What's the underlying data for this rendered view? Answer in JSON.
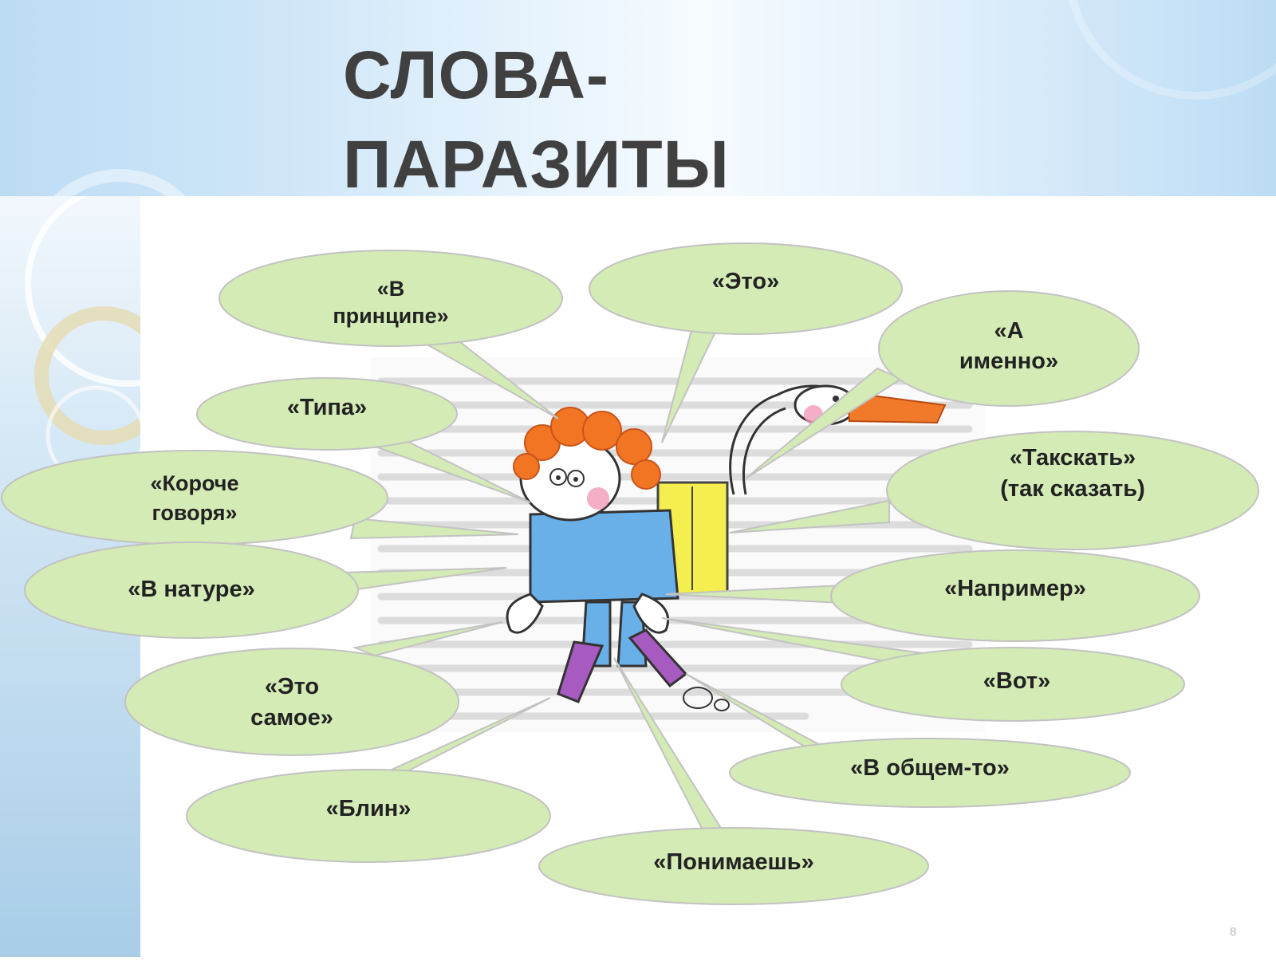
{
  "title": {
    "line1": "СЛОВА-",
    "line2": "ПАРАЗИТЫ"
  },
  "page_number": "8",
  "colors": {
    "bubble_fill": "#d4ebb6",
    "bubble_stroke": "#c2c2c2",
    "title_color": "#404040",
    "header_sky": "#cfe6f8"
  },
  "bubbles": [
    {
      "id": "v-principe",
      "lines": [
        "«В",
        "принципе»"
      ]
    },
    {
      "id": "eto",
      "lines": [
        "«Это»"
      ]
    },
    {
      "id": "a-imenno",
      "lines": [
        "«А",
        "именно»"
      ]
    },
    {
      "id": "tipa",
      "lines": [
        "«Типа»"
      ]
    },
    {
      "id": "takskat",
      "lines": [
        "«Такскать»",
        "(так сказать)"
      ]
    },
    {
      "id": "koroche-govorya",
      "lines": [
        "«Короче",
        "говоря»"
      ]
    },
    {
      "id": "v-nature",
      "lines": [
        "«В натуре»"
      ]
    },
    {
      "id": "naprimer",
      "lines": [
        "«Например»"
      ]
    },
    {
      "id": "eto-samoe",
      "lines": [
        "«Это",
        "самое»"
      ]
    },
    {
      "id": "vot",
      "lines": [
        "«Вот»"
      ]
    },
    {
      "id": "v-obshchem-to",
      "lines": [
        "«В общем-то»"
      ]
    },
    {
      "id": "blin",
      "lines": [
        "«Блин»"
      ]
    },
    {
      "id": "ponimaesh",
      "lines": [
        "«Понимаешь»"
      ]
    }
  ]
}
